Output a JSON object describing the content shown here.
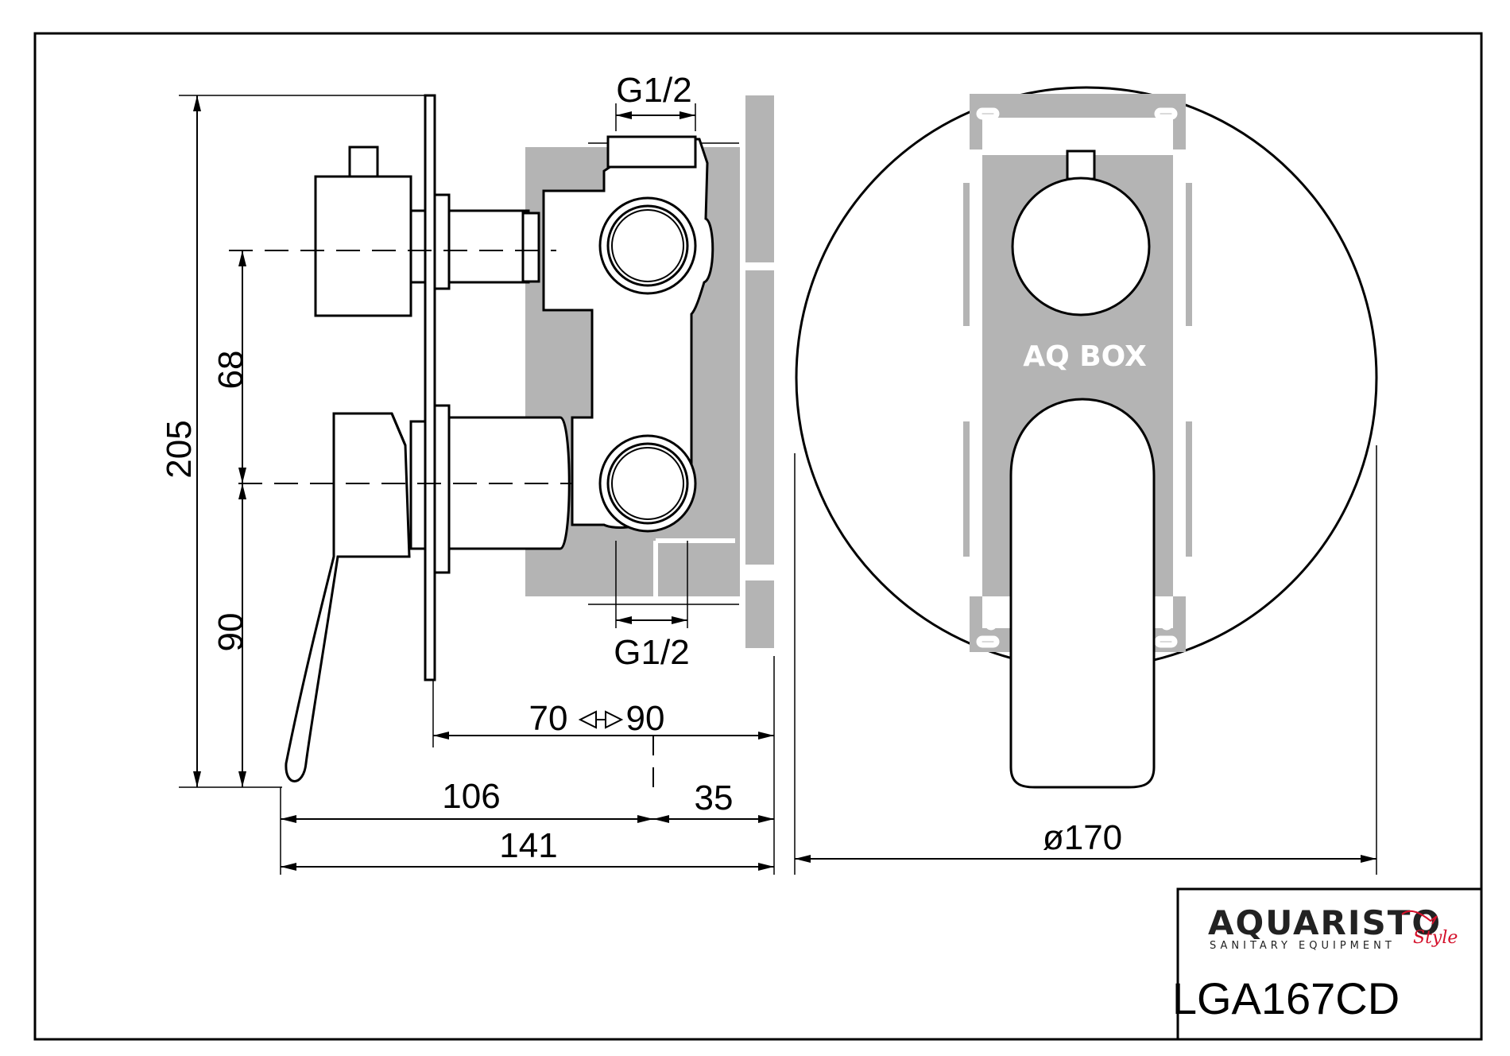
{
  "drawing": {
    "side_view": {
      "dim_height_total": "205",
      "dim_upper": "68",
      "dim_lower": "90",
      "dim_thread_top": "G1/2",
      "dim_thread_bottom": "G1/2",
      "dim_depth_range_left": "70",
      "dim_depth_range_right": "90",
      "dim_length_front": "106",
      "dim_length_back": "35",
      "dim_length_total": "141"
    },
    "front_view": {
      "box_label": "AQ BOX",
      "dim_diameter": "ø170"
    }
  },
  "title_block": {
    "brand_name": "AQUARISTO",
    "brand_subtitle": "SANITARY EQUIPMENT",
    "brand_script": "Style",
    "model_code": "LGA167CD"
  },
  "colors": {
    "line": "#000000",
    "box_fill": "#b4b4b4",
    "accent": "#d4102a"
  }
}
